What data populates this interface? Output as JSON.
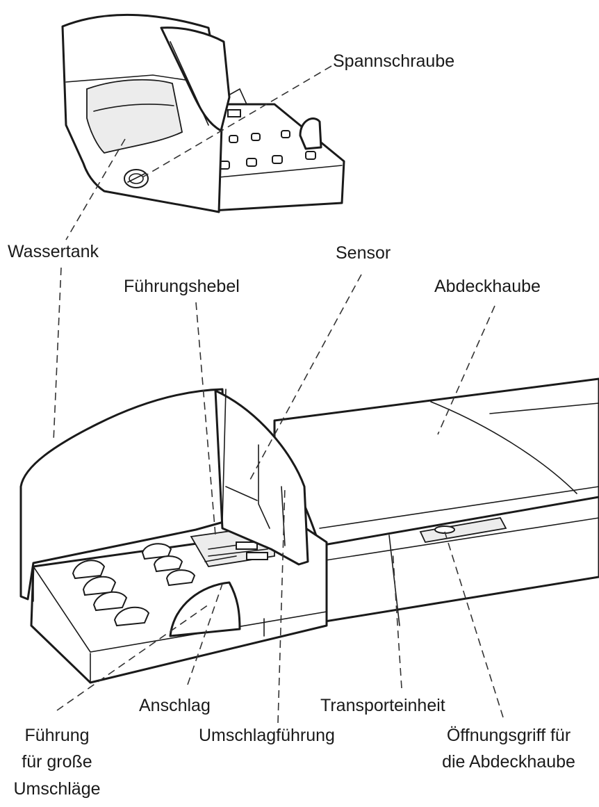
{
  "labels": {
    "spannschraube": "Spannschraube",
    "wassertank": "Wassertank",
    "sensor": "Sensor",
    "fuehrungshebel": "Führungshebel",
    "abdeckhaube": "Abdeckhaube",
    "anschlag": "Anschlag",
    "transporteinheit": "Transporteinheit",
    "fuehrung_grosse_umschlaege": [
      "Führung",
      "für große",
      "Umschläge"
    ],
    "umschlagfuehrung": "Umschlagführung",
    "oeffnungsgriff": [
      "Öffnungsgriff für",
      "die Abdeckhaube"
    ]
  }
}
